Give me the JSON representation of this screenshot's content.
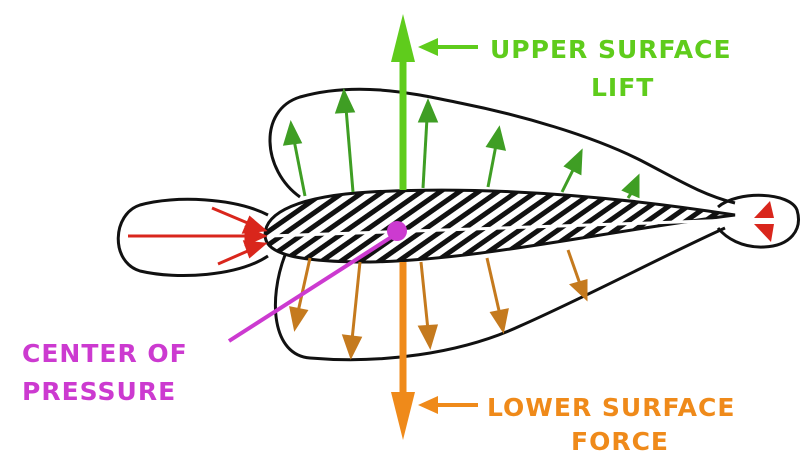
{
  "labels": {
    "upper_line1": "UPPER SURFACE",
    "upper_line2": "LIFT",
    "center_line1": "CENTER OF",
    "center_line2": "PRESSURE",
    "lower_line1": "LOWER SURFACE",
    "lower_line2": "FORCE"
  },
  "colors": {
    "upper_green": "#5fcc1c",
    "upper_arrow_green": "#3f9e24",
    "lower_orange": "#ef8a1a",
    "lower_arrow_orange": "#c57a1e",
    "edge_red": "#d9261c",
    "center_magenta": "#cc3ad0",
    "outline": "#111111"
  }
}
